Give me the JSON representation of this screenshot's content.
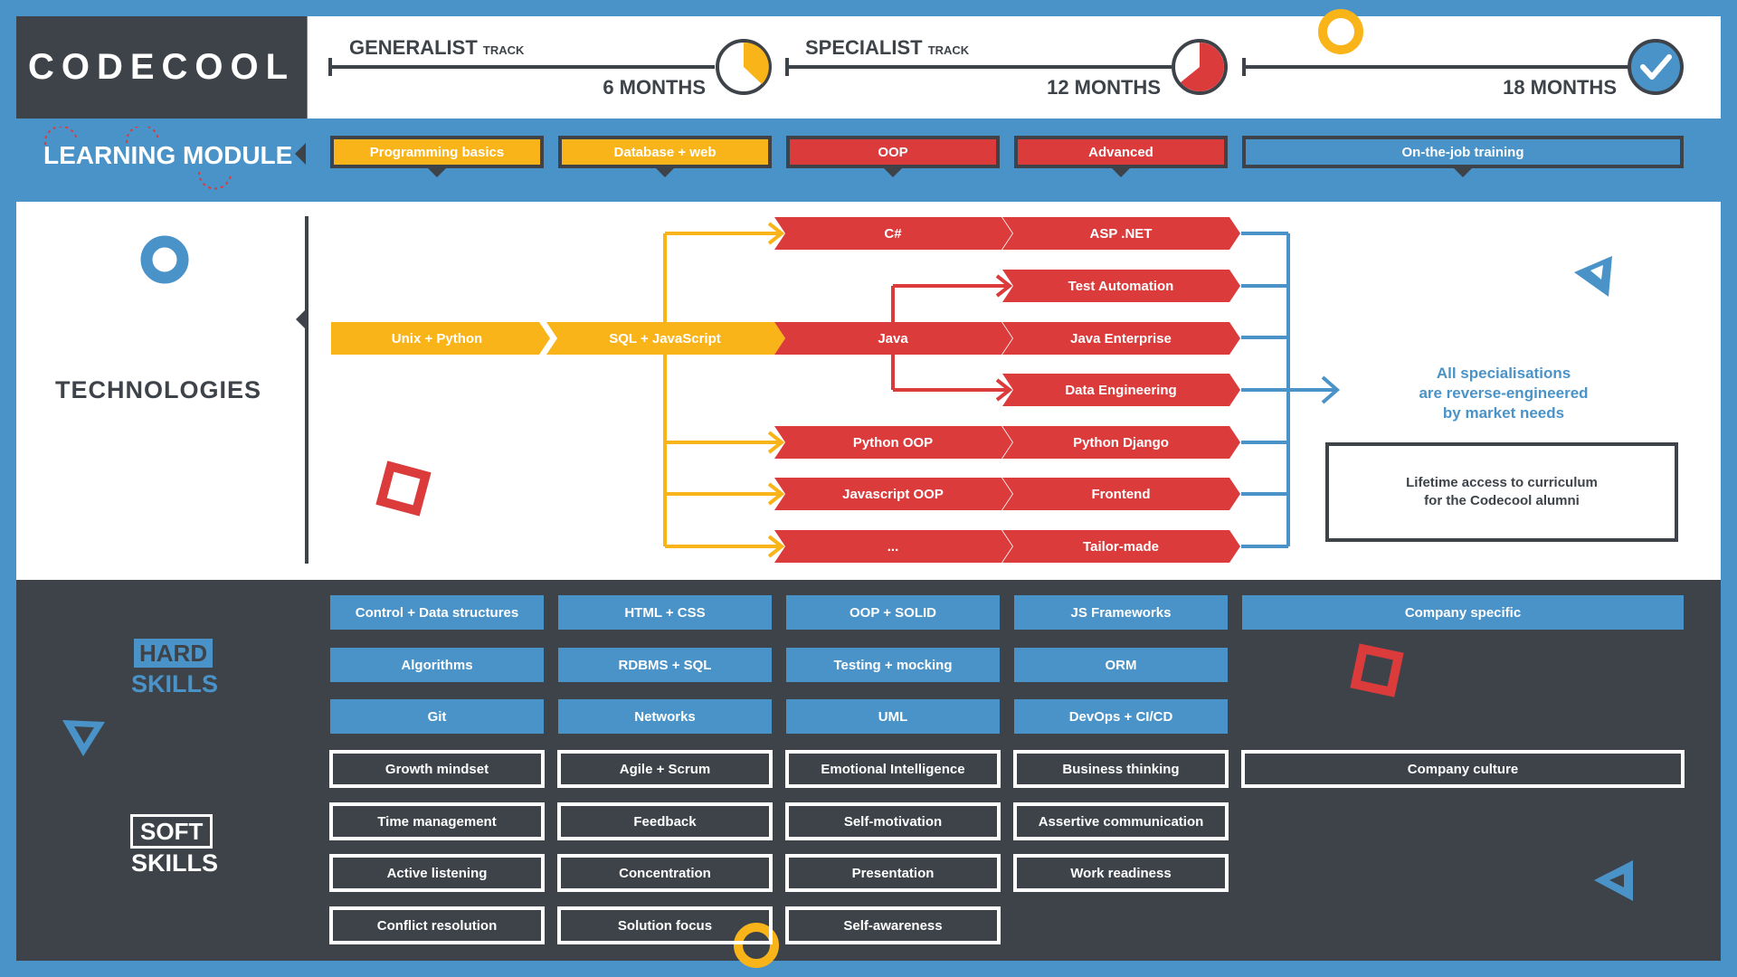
{
  "header": {
    "logo": "CODECOOL",
    "tracks": [
      {
        "name": "GENERALIST",
        "suffix": "TRACK",
        "duration": "6 MONTHS"
      },
      {
        "name": "SPECIALIST",
        "suffix": "TRACK",
        "duration": "12 MONTHS"
      },
      {
        "duration": "18 MONTHS"
      }
    ]
  },
  "learning_module": {
    "title": "LEARNING MODULE",
    "modules": [
      "Programming basics",
      "Database + web",
      "OOP",
      "Advanced",
      "On-the-job training"
    ]
  },
  "technologies": {
    "title": "TECHNOLOGIES",
    "col1": [
      "Unix + Python"
    ],
    "col2": [
      "SQL + JavaScript"
    ],
    "col3": [
      "C#",
      "Java",
      "Python OOP",
      "Javascript OOP",
      "..."
    ],
    "col4": [
      "ASP .NET",
      "Test Automation",
      "Java Enterprise",
      "Data Engineering",
      "Python Django",
      "Frontend",
      "Tailor-made"
    ],
    "note_lines": [
      "All specialisations",
      "are reverse-engineered",
      "by market needs"
    ],
    "alumni_lines": [
      "Lifetime access to curriculum",
      "for the Codecool alumni"
    ]
  },
  "hard_skills": {
    "title_1": "HARD",
    "title_2": "SKILLS",
    "rows": [
      [
        "Control + Data structures",
        "HTML + CSS",
        "OOP + SOLID",
        "JS Frameworks",
        "Company specific"
      ],
      [
        "Algorithms",
        "RDBMS + SQL",
        "Testing + mocking",
        "ORM"
      ],
      [
        "Git",
        "Networks",
        "UML",
        "DevOps + CI/CD"
      ]
    ]
  },
  "soft_skills": {
    "title_1": "SOFT",
    "title_2": "SKILLS",
    "rows": [
      [
        "Growth mindset",
        "Agile + Scrum",
        "Emotional Intelligence",
        "Business thinking",
        "Company culture"
      ],
      [
        "Time management",
        "Feedback",
        "Self-motivation",
        "Assertive communication"
      ],
      [
        "Active listening",
        "Concentration",
        "Presentation",
        "Work readiness"
      ],
      [
        "Conflict resolution",
        "Solution focus",
        "Self-awareness"
      ]
    ]
  },
  "colors": {
    "yellow": "#f9b419",
    "red": "#dc3b3c",
    "blue": "#4a93c9",
    "dark": "#3d4349"
  }
}
